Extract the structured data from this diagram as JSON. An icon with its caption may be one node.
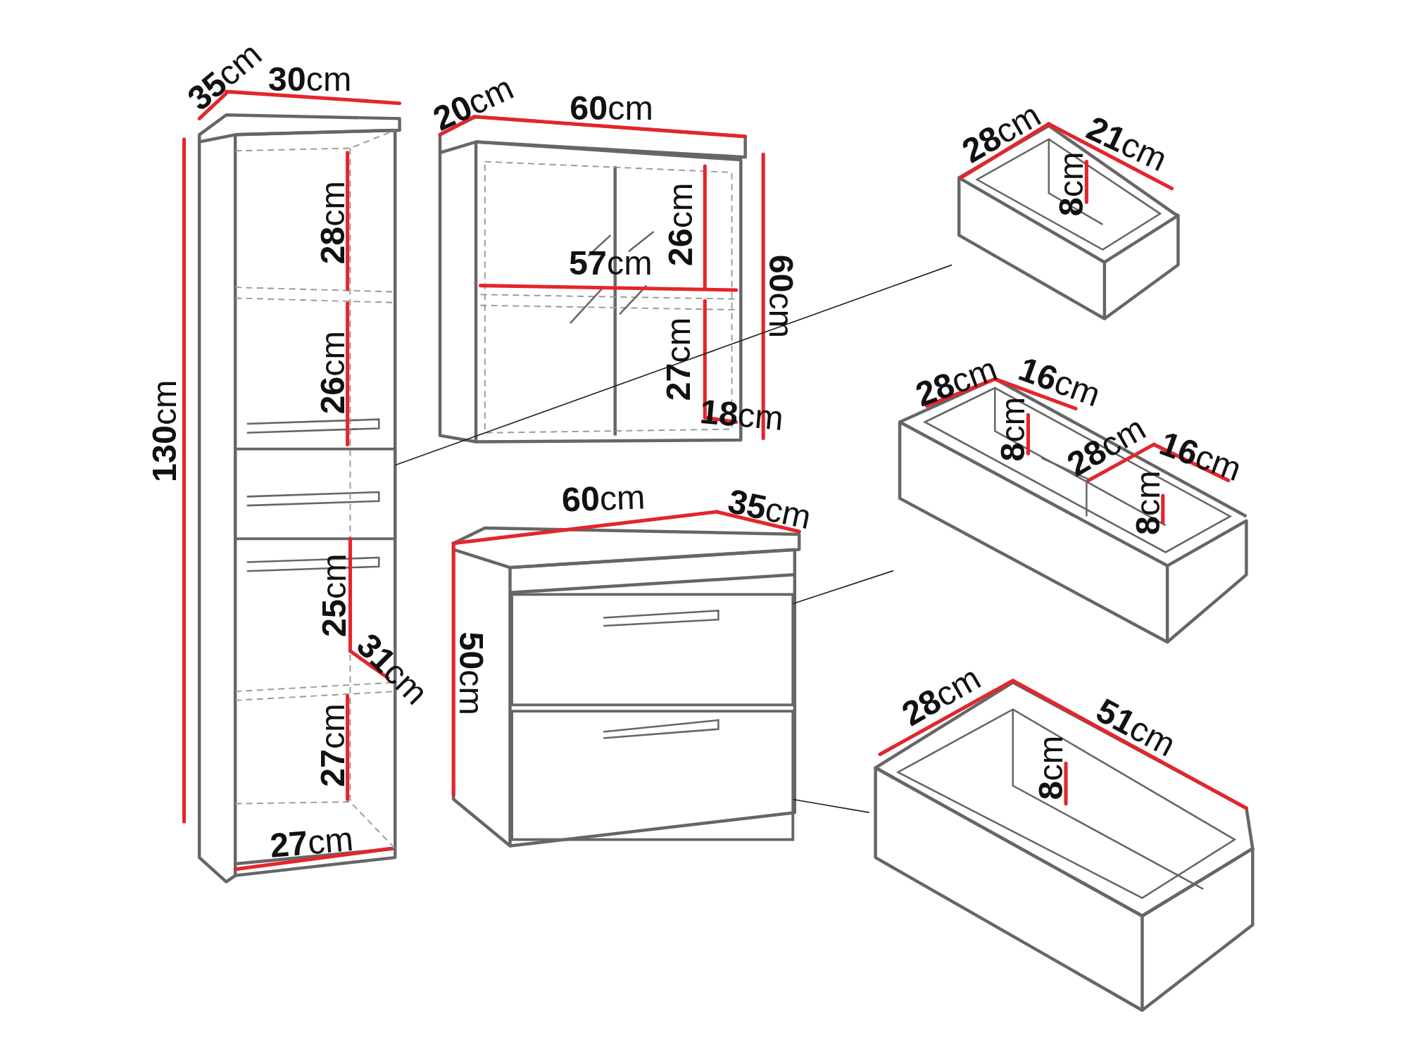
{
  "diagram": {
    "nodes": [
      {
        "text": [],
        "shape": "picture"
      },
      {
        "text": [],
        "shape": "picture"
      },
      {
        "text": [],
        "shape": "picture"
      },
      {
        "text": [],
        "shape": "picture"
      },
      {
        "text": [],
        "shape": "picture"
      },
      {
        "text": [],
        "shape": "picture"
      },
      {
        "text": [],
        "shape": "box",
        "in": 0
      },
      {
        "text": [],
        "shape": "box",
        "in": 2
      },
      {
        "text": [],
        "shape": "box",
        "in": 2
      }
    ],
    "edges": [
      {
        "from": 6,
        "to": 3,
        "arrow": "none"
      },
      {
        "from": 7,
        "to": 4,
        "arrow": "none"
      },
      {
        "from": 8,
        "to": 5,
        "arrow": "none"
      }
    ],
    "labels": [
      "**35**cm",
      "**30**cm",
      "**20**cm",
      "**60**cm",
      "**28**cm",
      "**21**cm",
      "**8**cm",
      "**28**cm",
      "**26**cm",
      "**57**cm",
      "**60**cm",
      "**26**cm",
      "**27**cm",
      "**28**cm",
      "**16**cm",
      "**130**cm",
      "**18**cm",
      "**8**cm",
      "**28**cm",
      "**16**cm",
      "**60**cm",
      "**35**cm",
      "**8**cm",
      "**25**cm",
      "**31**cm",
      "**50**cm",
      "**28**cm",
      "**27**cm",
      "**8**cm",
      "**51**cm",
      "**27**cm"
    ]
  }
}
